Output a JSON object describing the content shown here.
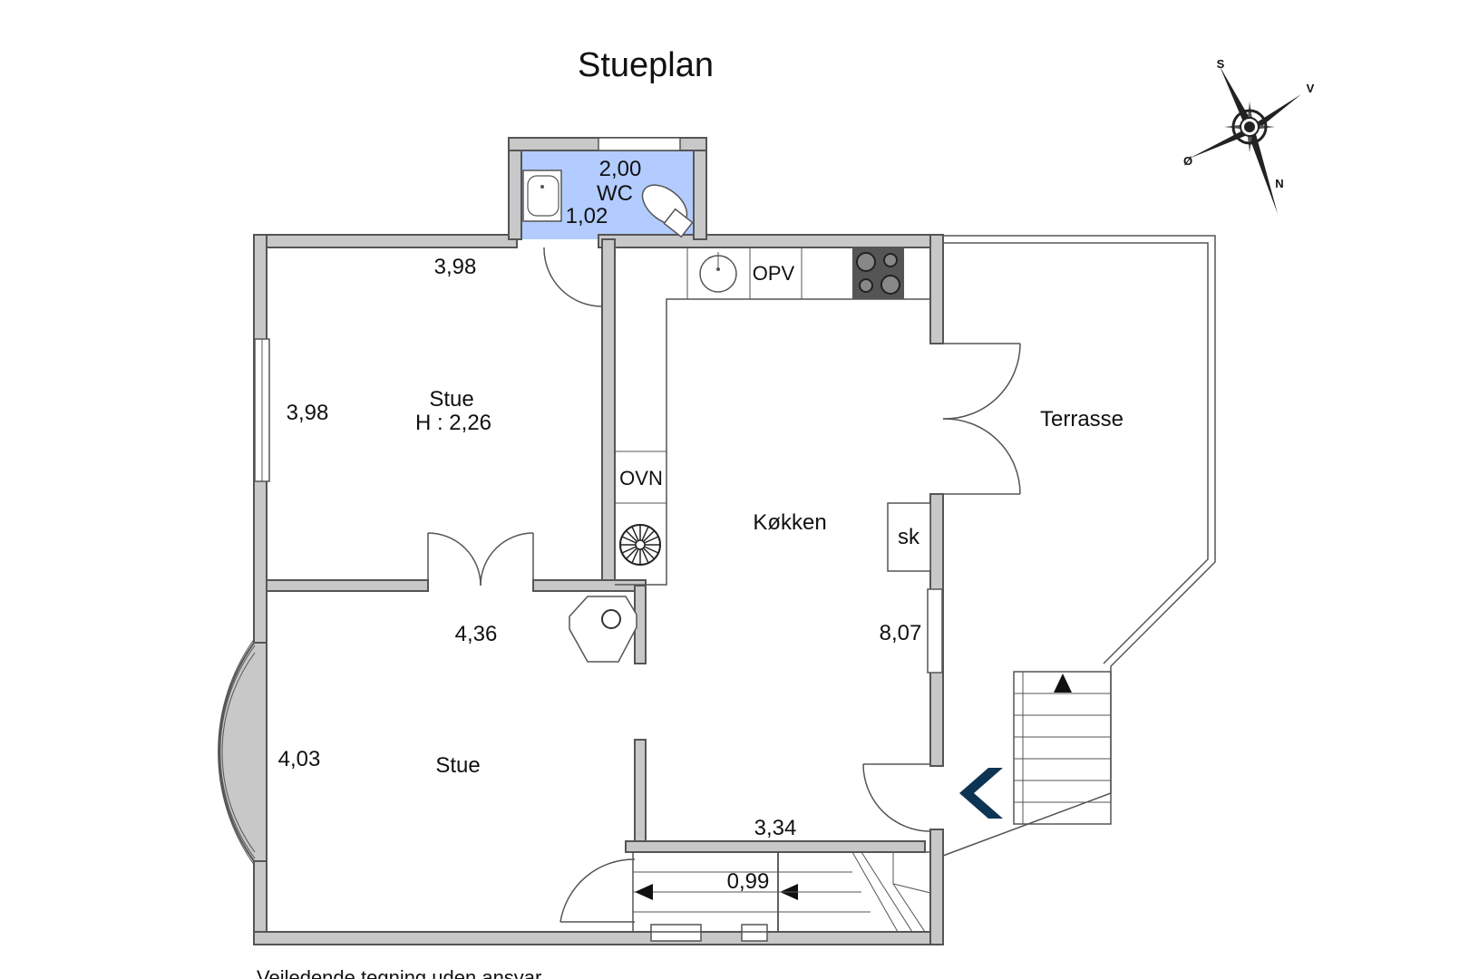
{
  "title": "Stueplan",
  "disclaimer": "Vejledende tegning uden ansvar.",
  "colors": {
    "wc_fill": "#b3ccff",
    "wall": "#c8c8c8",
    "wall_stroke": "#555555",
    "entrance_arrow": "#0e3454"
  },
  "compass": {
    "s": "S",
    "v": "V",
    "o": "Ø",
    "n": "N"
  },
  "rooms": {
    "wc": {
      "name": "WC",
      "dim_w": "2,00",
      "dim_h": "1,02"
    },
    "stue_upper": {
      "name": "Stue",
      "height": "H : 2,26",
      "dim_w": "3,98",
      "dim_h": "3,98"
    },
    "stue_lower": {
      "name": "Stue",
      "dim_w": "4,36",
      "dim_h": "4,03"
    },
    "kokken": {
      "name": "Køkken",
      "dim_len": "8,07",
      "dim_w": "3,34"
    },
    "terrasse": {
      "name": "Terrasse"
    },
    "stairs": {
      "dim": "0,99"
    }
  },
  "fixtures": {
    "opv": "OPV",
    "ovn": "OVN",
    "sk": "sk"
  }
}
